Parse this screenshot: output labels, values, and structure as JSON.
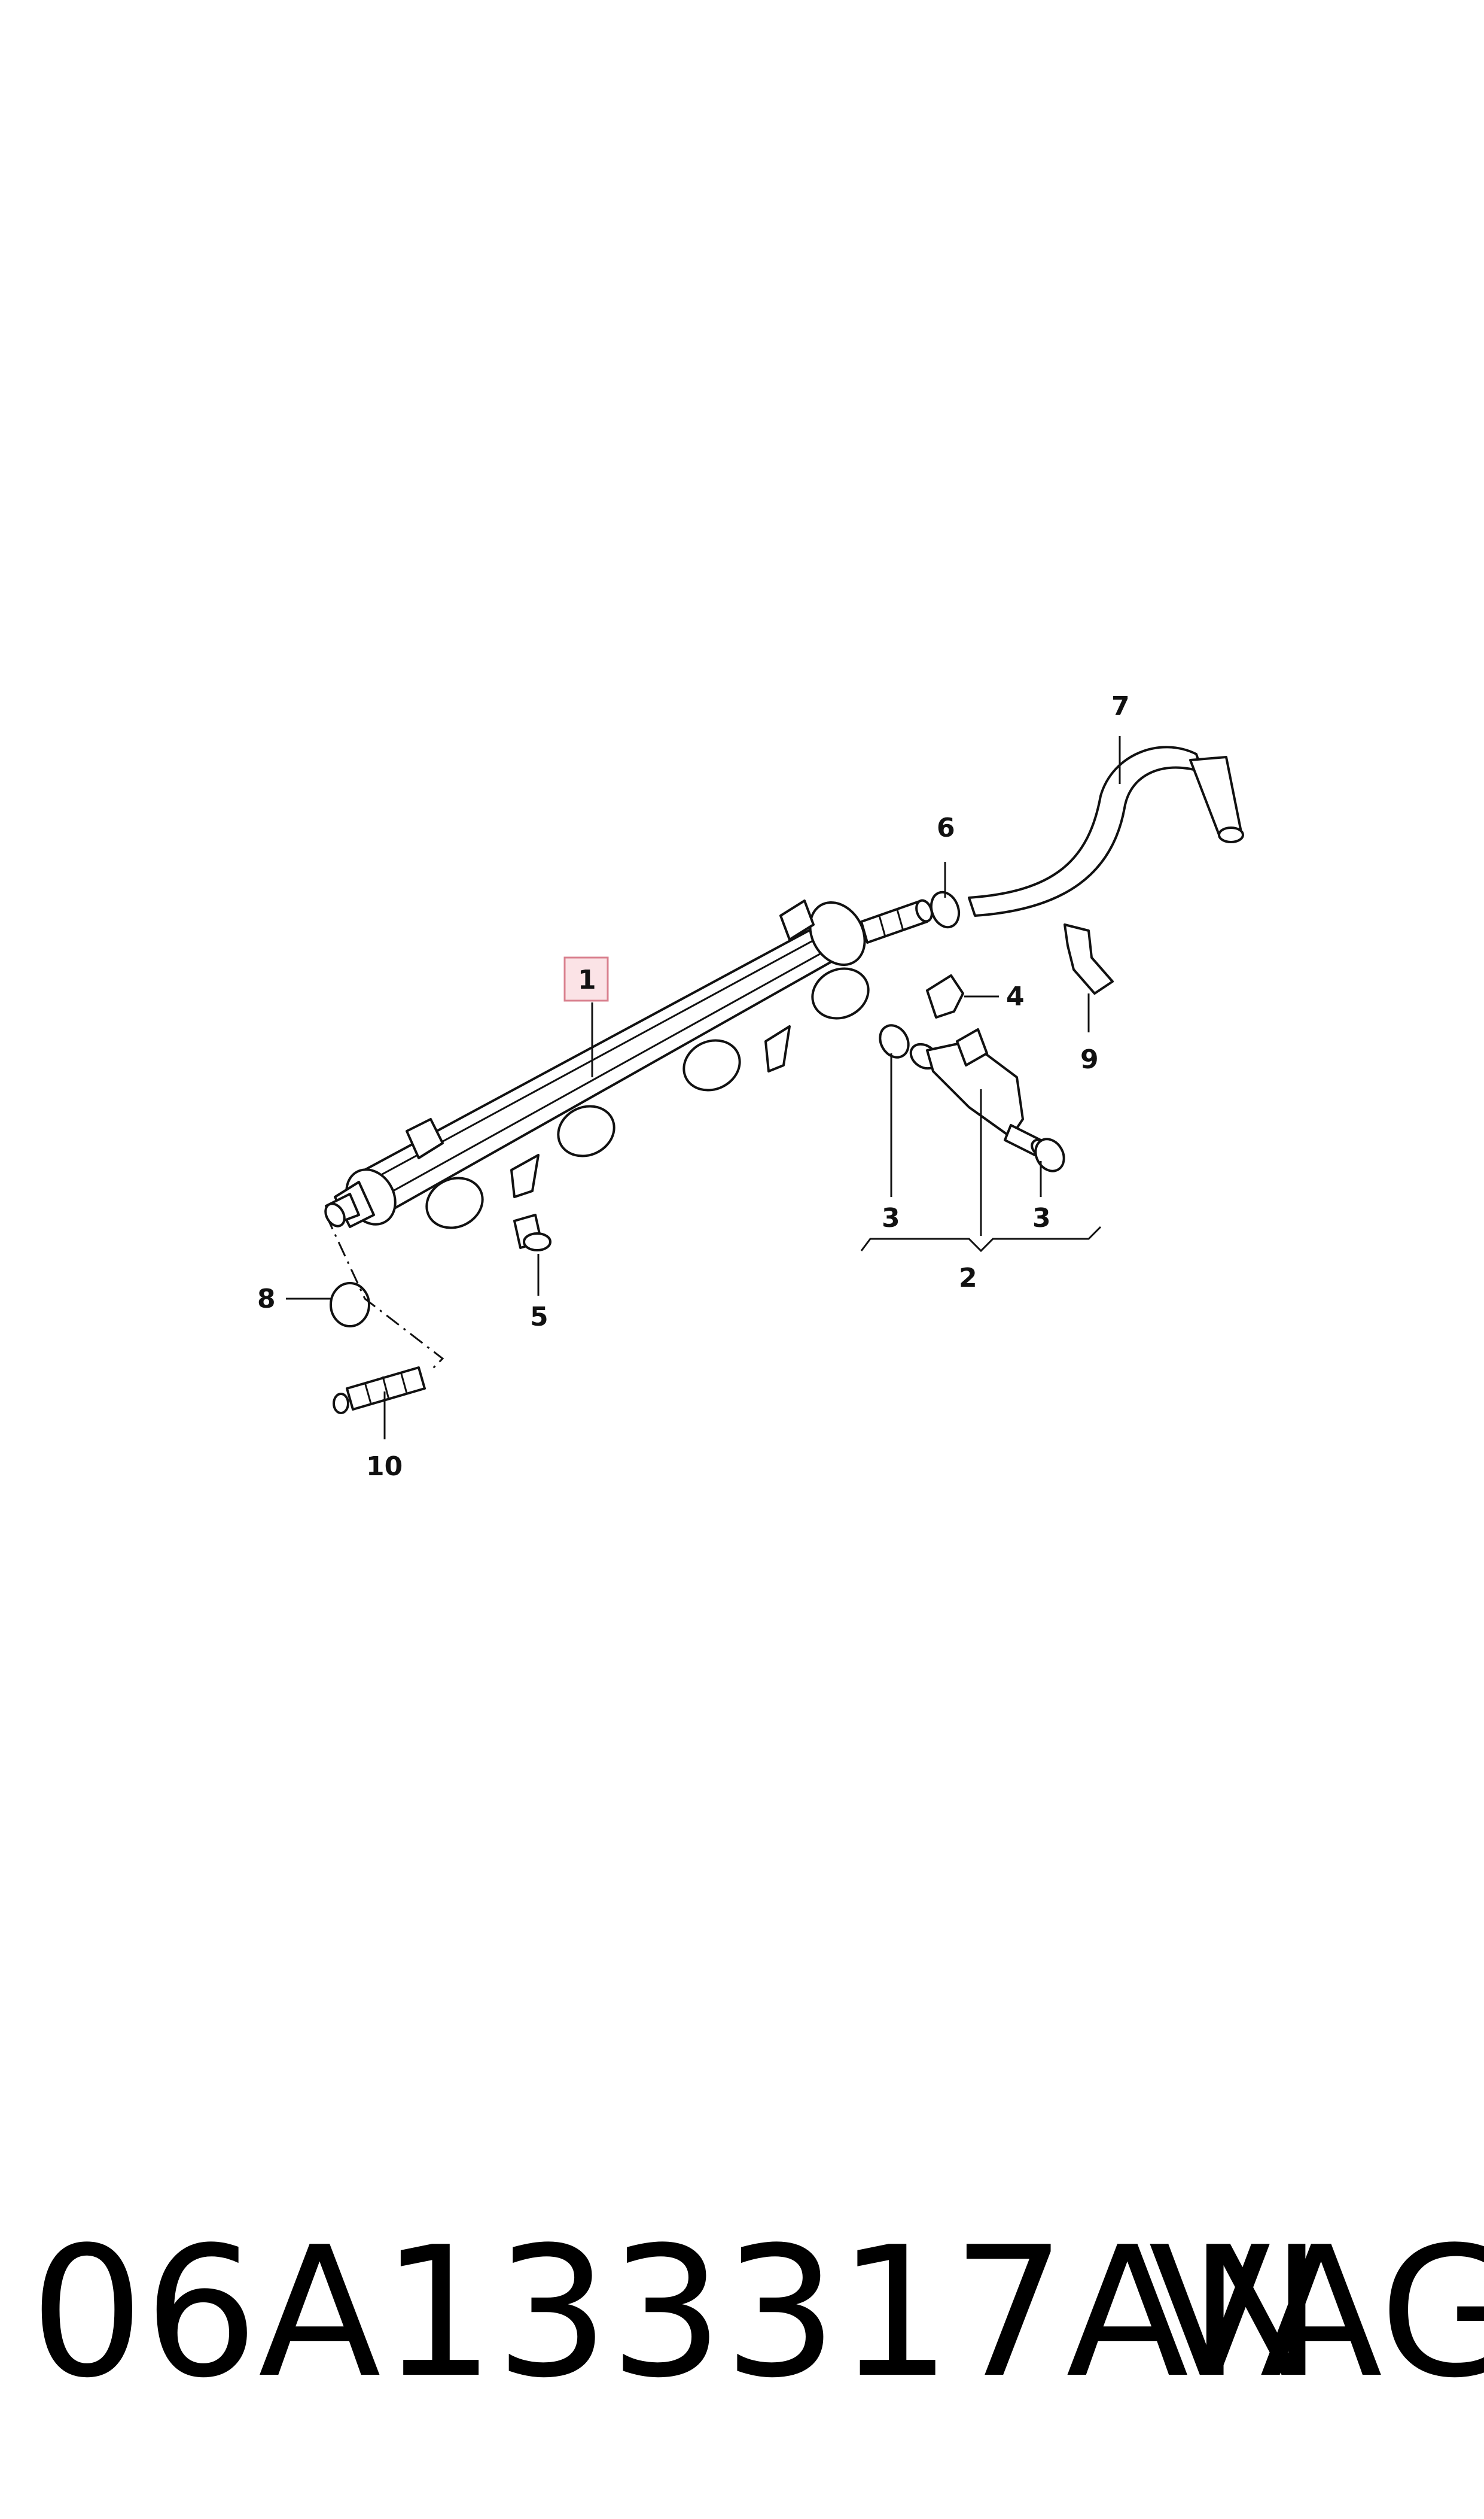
{
  "diagram": {
    "callouts": [
      {
        "id": "1",
        "label": "1",
        "highlighted": true
      },
      {
        "id": "2",
        "label": "2"
      },
      {
        "id": "3a",
        "label": "3"
      },
      {
        "id": "3b",
        "label": "3"
      },
      {
        "id": "4",
        "label": "4"
      },
      {
        "id": "5",
        "label": "5"
      },
      {
        "id": "6",
        "label": "6"
      },
      {
        "id": "7",
        "label": "7"
      },
      {
        "id": "8",
        "label": "8"
      },
      {
        "id": "9",
        "label": "9"
      },
      {
        "id": "10",
        "label": "10"
      }
    ],
    "highlight_color": "#fbe3e6"
  },
  "footer": {
    "part_number": "06A133317AN",
    "brand": "VAG"
  }
}
